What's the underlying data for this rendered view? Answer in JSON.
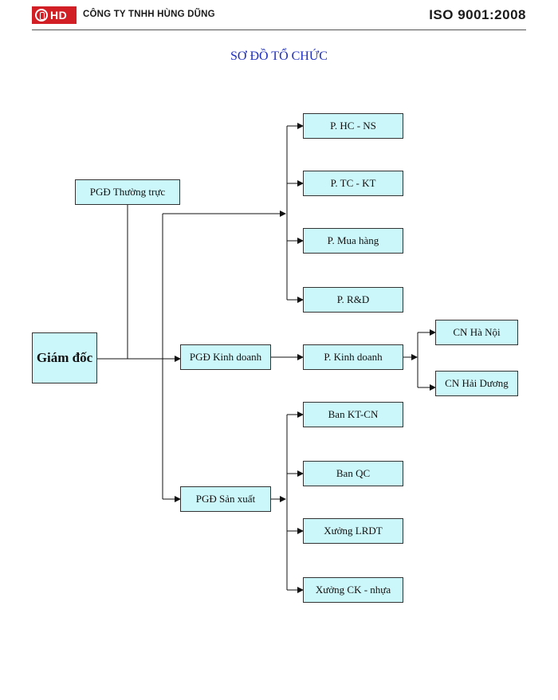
{
  "header": {
    "logo_text": "HD",
    "company_name": "CÔNG TY TNHH HÙNG DŨNG",
    "standard": "ISO 9001:2008",
    "brand_color": "#d21f26"
  },
  "title": "SƠ ĐỒ TỔ CHỨC",
  "colors": {
    "box_fill": "#ccf7fa",
    "title": "#1f2fbf"
  },
  "nodes": {
    "director": "Giám đốc",
    "pgd_standing": "PGĐ Thường trực",
    "pgd_business": "PGĐ Kinh doanh",
    "pgd_production": "PGĐ Sản xuất",
    "p_hc_ns": "P. HC - NS",
    "p_tc_kt": "P. TC - KT",
    "p_purchasing": "P. Mua hàng",
    "p_rd": "P. R&D",
    "p_business": "P. Kinh doanh",
    "cn_hanoi": "CN Hà Nội",
    "cn_haiduong": "CN Hải Dương",
    "ban_ktcn": "Ban KT-CN",
    "ban_qc": "Ban QC",
    "xuong_lrdt": "Xưởng LRDT",
    "xuong_ck": "Xưởng CK - nhựa"
  }
}
